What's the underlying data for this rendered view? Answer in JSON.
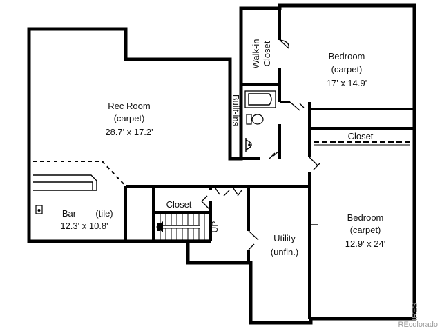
{
  "rooms": {
    "rec_room": {
      "name": "Rec Room",
      "floor": "(carpet)",
      "size": "28.7' x 17.2'"
    },
    "bar": {
      "name": "Bar",
      "floor": "(tile)",
      "size": "12.3' x 10.8'"
    },
    "walk_in_closet": {
      "line1": "Walk-in",
      "line2": "Closet"
    },
    "built_ins": {
      "label": "Built-ins"
    },
    "bedroom_1": {
      "name": "Bedroom",
      "floor": "(carpet)",
      "size": "17' x 14.9'"
    },
    "bedroom_closet": {
      "label": "Closet"
    },
    "stair_closet": {
      "label": "Closet"
    },
    "stairs": {
      "label": "UP"
    },
    "utility": {
      "name": "Utility",
      "floor": "(unfin.)"
    },
    "bedroom_2": {
      "name": "Bedroom",
      "floor": "(carpet)",
      "size": "12.9' x 24'"
    }
  },
  "watermark": {
    "text": "REcolorado",
    "side_text": "IRES"
  },
  "colors": {
    "wall": "#000000",
    "background": "#ffffff",
    "watermark": "#9a9a9a"
  }
}
